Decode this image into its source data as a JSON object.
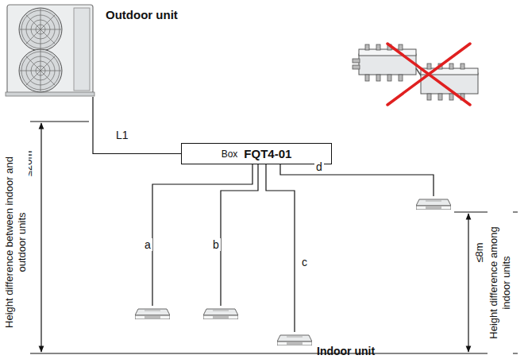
{
  "diagram": {
    "nodes": [
      {
        "text": [
          "Outdoor unit"
        ]
      },
      {
        "text": [
          "Box",
          "FQT4-01"
        ]
      },
      {
        "text": []
      },
      {
        "text": []
      },
      {
        "text": [
          "Indoor unit"
        ]
      },
      {
        "text": []
      }
    ],
    "edges": [
      {
        "from": 0,
        "to": 1,
        "label": "L1",
        "arrow": "none"
      },
      {
        "from": 1,
        "to": 2,
        "label": "a",
        "arrow": "none"
      },
      {
        "from": 1,
        "to": 3,
        "label": "b",
        "arrow": "none"
      },
      {
        "from": 1,
        "to": 4,
        "label": "c",
        "arrow": "none"
      },
      {
        "from": 1,
        "to": 5,
        "label": "d",
        "arrow": "none"
      }
    ],
    "labels": [
      "≤20m",
      "Height difference between indoor and outdoor units",
      "≤8m",
      "Height difference among indoor units"
    ]
  }
}
